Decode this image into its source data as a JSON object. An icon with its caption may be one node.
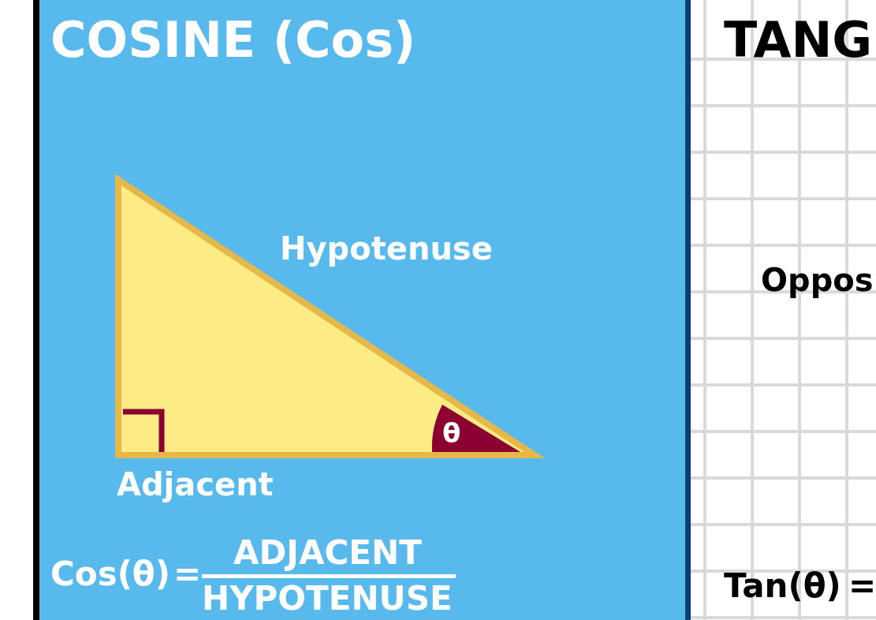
{
  "diagram": {
    "labels": [
      "COSINE (Cos)",
      "Hypotenuse",
      "θ",
      "Adjacent",
      "Cos(θ)",
      "=",
      "ADJACENT",
      "HYPOTENUSE",
      "TANG",
      "Oppos",
      "Tan(θ)",
      "="
    ]
  }
}
